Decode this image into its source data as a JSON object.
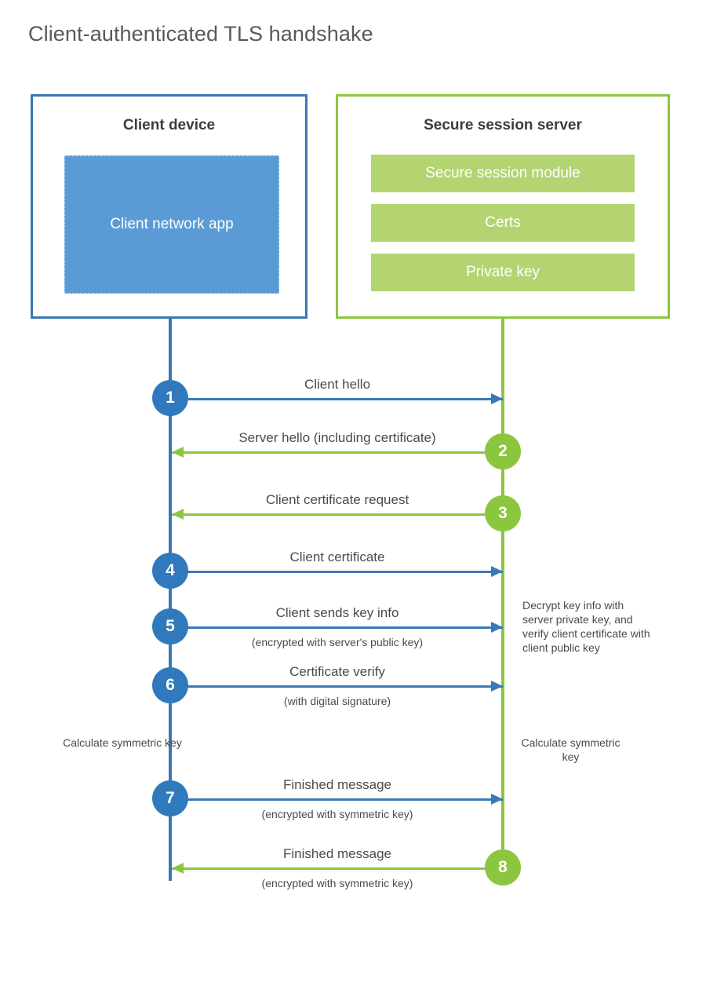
{
  "diagram": {
    "title": "Client-authenticated TLS handshake",
    "colors": {
      "blue_line": "#3a78b5",
      "blue_circle": "#3079bd",
      "blue_fill": "#5b9bd5",
      "green_line": "#8cc63f",
      "green_circle": "#8cc63f",
      "green_fill": "#b4d472",
      "text": "#4a4a49",
      "title_text": "#58595b"
    }
  },
  "client": {
    "title": "Client device",
    "app_label": "Client network app"
  },
  "server": {
    "title": "Secure session server",
    "components": [
      "Secure session module",
      "Certs",
      "Private key"
    ]
  },
  "messages": [
    {
      "step": "1",
      "label": "Client hello",
      "sub": "",
      "direction": "client-to-server",
      "color": "blue"
    },
    {
      "step": "2",
      "label": "Server hello (including certificate)",
      "sub": "",
      "direction": "server-to-client",
      "color": "green"
    },
    {
      "step": "3",
      "label": "Client certificate request",
      "sub": "",
      "direction": "server-to-client",
      "color": "green"
    },
    {
      "step": "4",
      "label": "Client certificate",
      "sub": "",
      "direction": "client-to-server",
      "color": "blue"
    },
    {
      "step": "5",
      "label": "Client sends key info",
      "sub": "(encrypted with server's public key)",
      "direction": "client-to-server",
      "color": "blue"
    },
    {
      "step": "6",
      "label": "Certificate verify",
      "sub": "(with digital signature)",
      "direction": "client-to-server",
      "color": "blue"
    },
    {
      "step": "7",
      "label": "Finished message",
      "sub": "(encrypted with symmetric key)",
      "direction": "client-to-server",
      "color": "blue"
    },
    {
      "step": "8",
      "label": "Finished message",
      "sub": "(encrypted with symmetric key)",
      "direction": "server-to-client",
      "color": "green"
    }
  ],
  "notes": {
    "server_decrypt": "Decrypt key info with server private key, and verify client certificate with client public key",
    "client_calculate": "Calculate symmetric key",
    "server_calculate": "Calculate symmetric key"
  }
}
